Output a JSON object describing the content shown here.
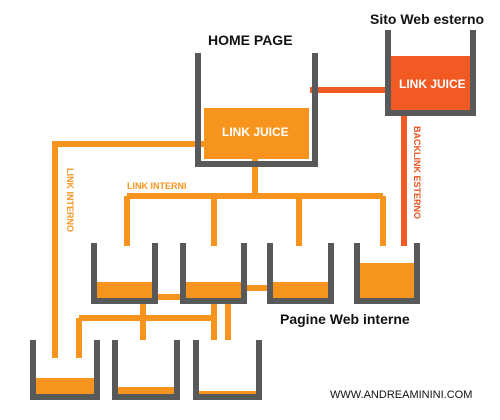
{
  "labels": {
    "home_page": "HOME PAGE",
    "external_site": "Sito Web esterno",
    "internal_pages": "Pagine Web interne",
    "link_juice_home": "LINK JUICE",
    "link_juice_external": "LINK JUICE",
    "link_interni": "LINK INTERNI",
    "link_interno": "LINK INTERNO",
    "backlink_esterno": "BACKLINK ESTERNO",
    "website": "WWW.ANDREAMININI.COM"
  },
  "colors": {
    "pipe_orange": "#f7941d",
    "juice_orange": "#f7941d",
    "external_orange": "#f15a22",
    "backlink_red": "#e8531f",
    "container_gray": "#58595b"
  }
}
